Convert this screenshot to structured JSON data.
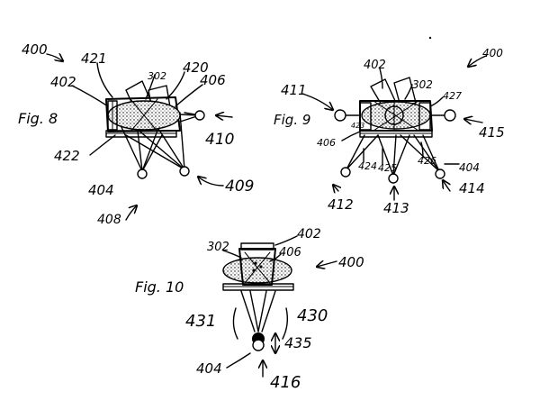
{
  "figures": {
    "fig8": {
      "title": "Fig. 8",
      "labels": {
        "l400": "400",
        "l421": "421",
        "l402": "402",
        "l302": "302",
        "l420": "420",
        "l406": "406",
        "l410": "410",
        "l422": "422",
        "l404": "404",
        "l409": "409",
        "l408": "408"
      }
    },
    "fig9": {
      "title": "Fig. 9",
      "labels": {
        "l400": "400",
        "l402": "402",
        "l411": "411",
        "l302": "302",
        "l423": "423",
        "l427": "427",
        "l415": "415",
        "l406": "406",
        "l424": "424",
        "l425": "425",
        "l426": "426",
        "l404": "404",
        "l412": "412",
        "l413": "413",
        "l414": "414"
      }
    },
    "fig10": {
      "title": "Fig. 10",
      "labels": {
        "l302": "302",
        "l402": "402",
        "l406": "406",
        "l400": "400",
        "l431": "431",
        "l430": "430",
        "l435": "435",
        "l404": "404",
        "l416": "416"
      }
    }
  }
}
